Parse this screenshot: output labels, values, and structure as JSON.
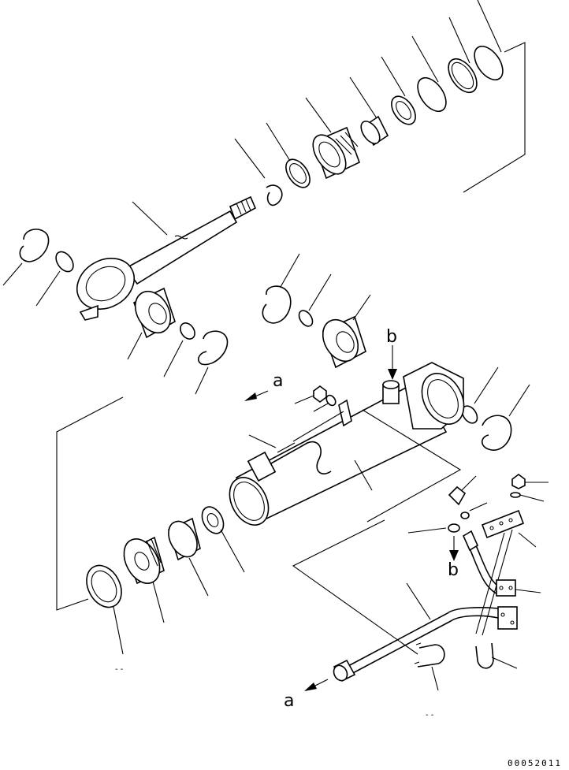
{
  "callouts": {
    "a_top": "a",
    "b_top": "b",
    "b_bottom": "b",
    "a_bottom": "a"
  },
  "document_code": "00052011"
}
